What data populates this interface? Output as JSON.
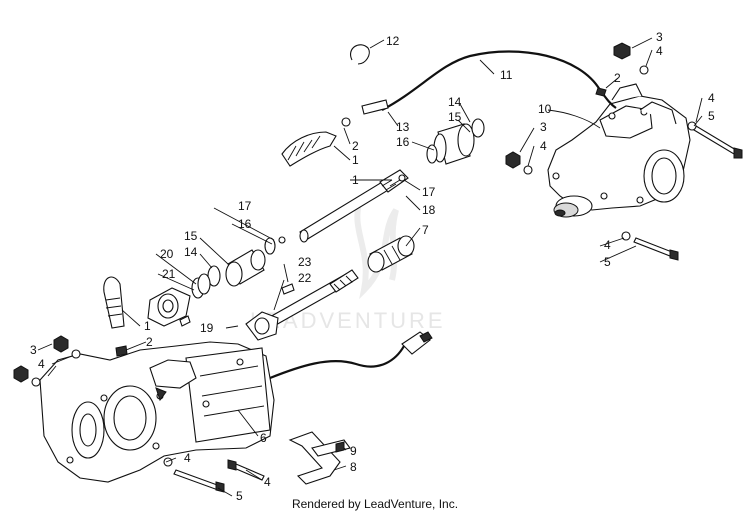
{
  "watermark": "LEADVENTURE",
  "credit": "Rendered by LeadVenture, Inc.",
  "callouts": {
    "c1": "1",
    "c2": "2",
    "c3": "3",
    "c4": "4",
    "c5": "5",
    "c6": "6",
    "c7": "7",
    "c8": "8",
    "c9": "9",
    "c10": "10",
    "c11": "11",
    "c12": "12",
    "c13": "13",
    "c14": "14",
    "c15": "15",
    "c16": "16",
    "c17": "17",
    "c18": "18",
    "c19": "19",
    "c20": "20",
    "c21": "21",
    "c22": "22",
    "c23": "23"
  }
}
